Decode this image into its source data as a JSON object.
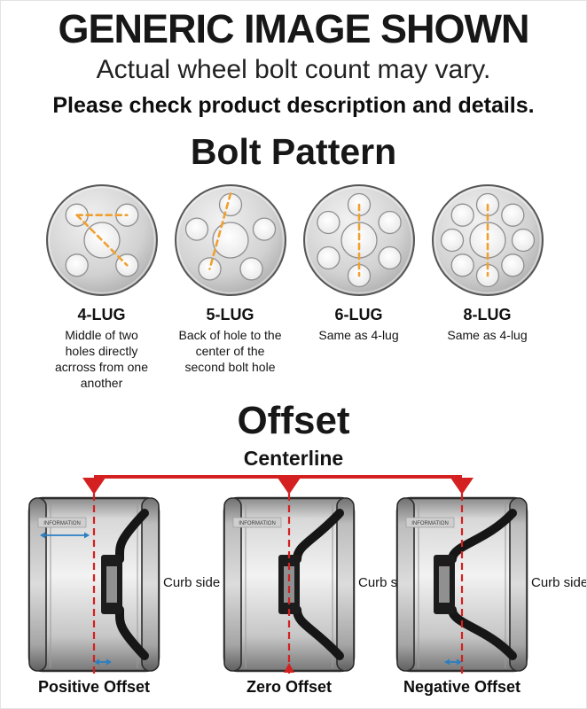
{
  "header": {
    "title": "GENERIC IMAGE SHOWN",
    "subtitle": "Actual wheel bolt count may vary.",
    "note": "Please check product description and details."
  },
  "bolt_pattern": {
    "heading": "Bolt Pattern",
    "dash_color": "#F0A030",
    "items": [
      {
        "lugs": 4,
        "label": "4-LUG",
        "description": "Middle of two holes directly acrross from one another"
      },
      {
        "lugs": 5,
        "label": "5-LUG",
        "description": "Back of hole to the center of the second bolt hole"
      },
      {
        "lugs": 6,
        "label": "6-LUG",
        "description": "Same as 4-lug"
      },
      {
        "lugs": 8,
        "label": "8-LUG",
        "description": "Same as 4-lug"
      }
    ]
  },
  "offset": {
    "heading": "Offset",
    "centerline_label": "Centerline",
    "marker_color": "#D42020",
    "measure_color": "#2B7FC2",
    "wheel_stamp": "INFORMATION",
    "items": [
      {
        "type": "positive",
        "label": "Positive Offset",
        "curb_label": "Curb side"
      },
      {
        "type": "zero",
        "label": "Zero Offset",
        "curb_label": "Curb side"
      },
      {
        "type": "negative",
        "label": "Negative Offset",
        "curb_label": "Curb side"
      }
    ]
  }
}
